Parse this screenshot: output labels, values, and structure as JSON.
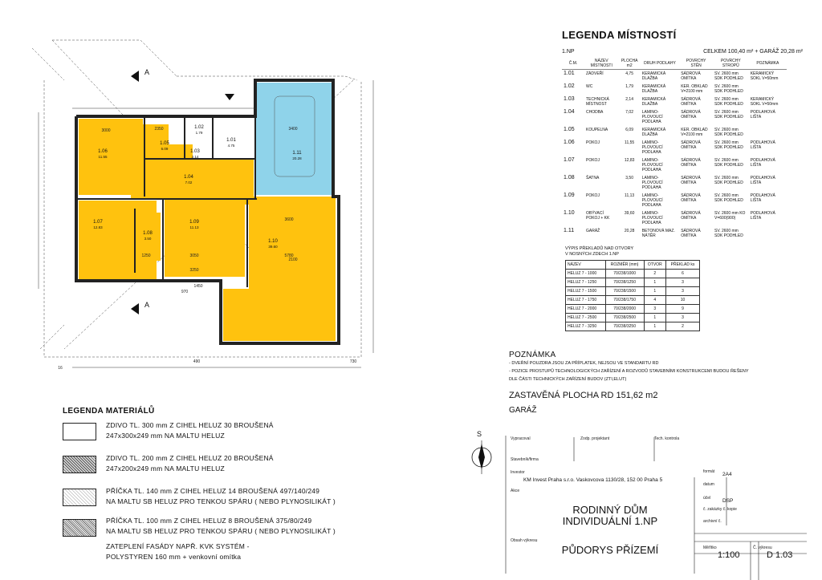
{
  "room_legend": {
    "title": "LEGENDA MÍSTNOSTÍ",
    "floor": "1.NP",
    "total": "CELKEM 100,40 m² + GARÁŽ 20,28 m²",
    "headers": [
      "Č.M.",
      "NÁZEV MÍSTNOSTI",
      "PLOCHA m2",
      "DRUH PODLAHY",
      "POVRCHY STĚN",
      "POVRCHY STROPŮ",
      "POZNÁMKA"
    ],
    "rows": [
      {
        "num": "1.01",
        "name": "ZÁDVEŘÍ",
        "area": "4,75",
        "floor": "KERAMICKÁ DLAŽBA",
        "walls": "SÁDROVÁ OMÍTKA",
        "ceiling": "SV. 2600 mm SDK PODHLED",
        "note": "KERAMICKÝ SOKL V=50mm"
      },
      {
        "num": "1.02",
        "name": "WC",
        "area": "1,79",
        "floor": "KERAMICKÁ DLAŽBA",
        "walls": "KER. OBKLAD V=2100 mm",
        "ceiling": "SV. 2600 mm SDK PODHLED",
        "note": ""
      },
      {
        "num": "1.03",
        "name": "TECHNICKÁ MÍSTNOST",
        "area": "2,14",
        "floor": "KERAMICKÁ DLAŽBA",
        "walls": "SÁDROVÁ OMÍTKA",
        "ceiling": "SV. 2600 mm SDK PODHLED",
        "note": "KERAMICKÝ SOKL V=50mm"
      },
      {
        "num": "1.04",
        "name": "CHODBA",
        "area": "7,02",
        "floor": "LAMINO-PLOVOUCÍ PODLAHA",
        "walls": "SÁDROVÁ OMÍTKA",
        "ceiling": "SV. 2600 mm SDK PODHLED",
        "note": "PODLAHOVÁ LIŠTA"
      },
      {
        "num": "1.05",
        "name": "KOUPELNA",
        "area": "6,09",
        "floor": "KERAMICKÁ DLAŽBA",
        "walls": "KER. OBKLAD V=2100 mm",
        "ceiling": "SV. 2600 mm SDK PODHLED",
        "note": ""
      },
      {
        "num": "1.06",
        "name": "POKOJ",
        "area": "11,55",
        "floor": "LAMINO-PLOVOUCÍ PODLAHA",
        "walls": "SÁDROVÁ OMÍTKA",
        "ceiling": "SV. 2600 mm SDK PODHLED",
        "note": "PODLAHOVÁ LIŠTA"
      },
      {
        "num": "1.07",
        "name": "POKOJ",
        "area": "12,83",
        "floor": "LAMINO-PLOVOUCÍ PODLAHA",
        "walls": "SÁDROVÁ OMÍTKA",
        "ceiling": "SV. 2600 mm SDK PODHLED",
        "note": "PODLAHOVÁ LIŠTA"
      },
      {
        "num": "1.08",
        "name": "ŠATNA",
        "area": "3,50",
        "floor": "LAMINO-PLOVOUCÍ PODLAHA",
        "walls": "SÁDROVÁ OMÍTKA",
        "ceiling": "SV. 2600 mm SDK PODHLED",
        "note": "PODLAHOVÁ LIŠTA"
      },
      {
        "num": "1.09",
        "name": "POKOJ",
        "area": "11,13",
        "floor": "LAMINO-PLOVOUCÍ PODLAHA",
        "walls": "SÁDROVÁ OMÍTKA",
        "ceiling": "SV. 2600 mm SDK PODHLED",
        "note": "PODLAHOVÁ LIŠTA"
      },
      {
        "num": "1.10",
        "name": "OBÝVACÍ POKOJ + KK",
        "area": "39,60",
        "floor": "LAMINO-PLOVOUCÍ PODLAHA",
        "walls": "SÁDROVÁ OMÍTKA",
        "ceiling": "SV. 2600 mm KO V=600(900)",
        "note": "PODLAHOVÁ LIŠTA"
      },
      {
        "num": "1.11",
        "name": "GARÁŽ",
        "area": "20,28",
        "floor": "BETONOVÁ MAZ. NÁTĚR",
        "walls": "SÁDROVÁ OMÍTKA",
        "ceiling": "SV. 2600 mm SDK PODHLED",
        "note": ""
      }
    ]
  },
  "lintels": {
    "caption1": "VÝPIS PŘEKLADŮ NAD OTVORY",
    "caption2": "V NOSNÝCH ZDECH 1.NP",
    "headers": [
      "NÁZEV",
      "ROZMĚR (mm)",
      "OTVOR",
      "PŘEKLAD ks"
    ],
    "rows": [
      [
        "HELUZ 7 - 1000",
        "70/238/1000",
        "2",
        "6"
      ],
      [
        "HELUZ 7 - 1250",
        "70/238/1250",
        "1",
        "3"
      ],
      [
        "HELUZ 7 - 1500",
        "70/238/1500",
        "1",
        "3"
      ],
      [
        "HELUZ 7 - 1750",
        "70/238/1750",
        "4",
        "10"
      ],
      [
        "HELUZ 7 - 2000",
        "70/238/2000",
        "3",
        "9"
      ],
      [
        "HELUZ 7 - 2500",
        "70/238/2500",
        "1",
        "3"
      ],
      [
        "HELUZ 7 - 3250",
        "70/238/3250",
        "1",
        "2"
      ]
    ]
  },
  "note": {
    "title": "POZNÁMKA",
    "line1": "- DVEŘNÍ POUZDRA JSOU ZA PŘÍPLATEK, NEJSOU VE STANDARTU RD",
    "line2": "- POZICE PROSTUPŮ TECHNOLOGICKÝCH ZAŘÍZENÍ A ROZVODŮ STAVEBNÍMI KONSTRUKCEMI BUDOU ŘEŠENY",
    "line3": "DLE ČÁSTI TECHNICKÝCH ZAŘÍZENÍ BUDOV (ZTI,ELUT)",
    "built_area": "ZASTAVĚNÁ PLOCHA RD 151,62 m2",
    "garage": "GARÁŽ"
  },
  "materials": {
    "title": "LEGENDA MATERIÁLŮ",
    "items": [
      {
        "line1": "ZDIVO TL. 300 mm Z CIHEL HELUZ 30 BROUŠENÁ",
        "line2": "247x300x249 mm   NA  MALTU  HELUZ",
        "line3": ""
      },
      {
        "line1": "ZDIVO TL. 200 mm Z CIHEL HELUZ 20 BROUŠENÁ",
        "line2": "247x200x249 mm   NA  MALTU  HELUZ",
        "line3": ""
      },
      {
        "line1": "PŘÍČKA  TL. 140 mm  Z CIHEL HELUZ 14 BROUŠENÁ 497/140/249",
        "line2": "NA  MALTU  SB HELUZ PRO TENKOU SPÁRU ( NEBO PLYNOSILIKÁT )",
        "line3": ""
      },
      {
        "line1": "PŘÍČKA  TL. 100 mm  Z CIHEL HELUZ 8 BROUŠENÁ 375/80/249",
        "line2": "NA  MALTU  SB HELUZ PRO TENKOU SPÁRU ( NEBO PLYNOSILIKÁT )",
        "line3": ""
      }
    ],
    "facade1": "ZATEPLENÍ FASÁDY NAPŘ. KVK SYSTÉM -",
    "facade2": "POLYSTYREN 160 mm + venkovní omítka"
  },
  "title_block": {
    "vypracoval": "Vypracoval",
    "zodp": "Zodp. projektant",
    "tech": "Tech. kontrola",
    "stavebnik": "Stavebník/firma",
    "investor_label": "Investor",
    "investor": "KM Invest Praha s.r.o. Vaskovcova 1130/28, 152 00 Praha 5",
    "akce": "Akce",
    "obsah": "Obsah výkresu",
    "project1": "RODINNÝ DŮM",
    "project2": "INDIVIDUÁLNÍ  1.NP",
    "drawing": "PŮDORYS PŘÍZEMÍ",
    "format_label": "formát",
    "format": "2A4",
    "datum": "datum",
    "ucel_label": "účel",
    "ucel": "DSP",
    "kopie": "č. zakázky   č. kopie",
    "archiv": "archivní č.",
    "scale_label": "Měřítko",
    "scale": "1:100",
    "sheet_label": "Č. výkresu",
    "sheet": "D 1.03"
  },
  "plan": {
    "section_mark": "A",
    "north": "S",
    "rooms": [
      {
        "id": "1.01",
        "area": "4.75"
      },
      {
        "id": "1.02",
        "area": "1.79"
      },
      {
        "id": "1.03",
        "area": "2.14"
      },
      {
        "id": "1.04",
        "area": "7.02"
      },
      {
        "id": "1.05",
        "area": "6.09"
      },
      {
        "id": "1.06",
        "area": "11.55"
      },
      {
        "id": "1.07",
        "area": "12.83"
      },
      {
        "id": "1.08",
        "area": "3.50"
      },
      {
        "id": "1.09",
        "area": "11.13"
      },
      {
        "id": "1.10",
        "area": "39.60"
      },
      {
        "id": "1.11",
        "area": "20.28"
      }
    ],
    "dims": [
      "3000",
      "2350",
      "3400",
      "3600",
      "3050",
      "3250",
      "1250",
      "1450",
      "970",
      "730",
      "490",
      "2100",
      "5780",
      "16"
    ],
    "colors": {
      "room": "#ffc20e",
      "garage": "#8fd3ea",
      "wall": "#222222"
    }
  }
}
